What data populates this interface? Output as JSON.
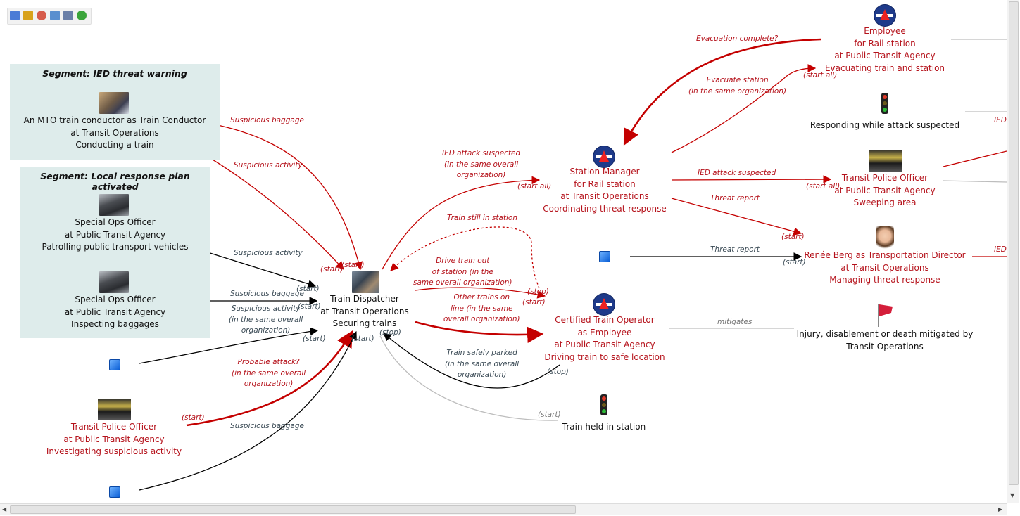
{
  "toolbar": {
    "buttons": [
      {
        "name": "layers-icon",
        "color": "#4b7bd6"
      },
      {
        "name": "clipboard-icon",
        "color": "#d8a21b"
      },
      {
        "name": "network-icon",
        "color": "#d65b4b"
      },
      {
        "name": "monitor-icon",
        "color": "#5a8fcf"
      },
      {
        "name": "fit-view-icon",
        "color": "#6a7fa8"
      },
      {
        "name": "help-icon",
        "color": "#3aa43a"
      }
    ]
  },
  "segments": [
    {
      "title": "Segment: IED threat warning"
    },
    {
      "title": "Segment: Local response plan activated"
    }
  ],
  "nodes": {
    "mto_conductor": {
      "lines": [
        "An MTO train conductor as Train Conductor",
        "at Transit Operations",
        "Conducting a train"
      ]
    },
    "special_ops_patrol": {
      "lines": [
        "Special Ops Officer",
        "at Public Transit Agency",
        "Patrolling public transport vehicles"
      ]
    },
    "special_ops_bag": {
      "lines": [
        "Special Ops Officer",
        "at Public Transit Agency",
        "Inspecting baggages"
      ]
    },
    "police_investigating": {
      "lines": [
        "Transit Police Officer",
        "at Public Transit Agency",
        "Investigating suspicious activity"
      ]
    },
    "dispatcher": {
      "lines": [
        "Train Dispatcher",
        "at Transit Operations",
        "Securing trains"
      ]
    },
    "station_manager": {
      "lines": [
        "Station Manager",
        "for Rail station",
        "at Transit Operations",
        "Coordinating threat response"
      ]
    },
    "train_operator": {
      "lines": [
        "Certified Train Operator",
        "as Employee",
        "at Public Transit Agency",
        "Driving train to safe location"
      ]
    },
    "train_held": {
      "lines": [
        "Train held in station"
      ]
    },
    "employee": {
      "lines": [
        "Employee",
        "for Rail station",
        "at Public Transit Agency",
        "Evacuating train and station"
      ]
    },
    "responding": {
      "lines": [
        "Responding while attack suspected"
      ]
    },
    "police_sweeping": {
      "lines": [
        "Transit Police Officer",
        "at Public Transit Agency",
        "Sweeping area"
      ]
    },
    "renee": {
      "lines": [
        "Renée Berg as Transportation Director",
        "at Transit Operations",
        "Managing threat response"
      ]
    },
    "injury": {
      "lines": [
        "Injury, disablement or death mitigated by",
        "Transit Operations"
      ]
    }
  },
  "edge_labels": [
    {
      "text": "Suspicious baggage",
      "tone": "red"
    },
    {
      "text": "Suspicious activity",
      "tone": "red"
    },
    {
      "text": "Suspicious activity",
      "tone": "dark"
    },
    {
      "text": "Suspicious baggage",
      "tone": "dark"
    },
    {
      "text": "Suspicious activity\n(in the same overall\norganization)",
      "tone": "dark"
    },
    {
      "text": "Probable attack?\n(in the same overall\norganization)",
      "tone": "red"
    },
    {
      "text": "Suspicious baggage",
      "tone": "dark"
    },
    {
      "text": "IED attack suspected\n(in the same overall\norganization)",
      "tone": "red"
    },
    {
      "text": "Train still in station",
      "tone": "red"
    },
    {
      "text": "Drive train out\nof station (in the\nsame overall organization)",
      "tone": "red"
    },
    {
      "text": "Other trains on\nline (in the same\noverall organization)",
      "tone": "red"
    },
    {
      "text": "Train safely parked\n(in the same overall\norganization)",
      "tone": "dark"
    },
    {
      "text": "Evacuation complete?",
      "tone": "red"
    },
    {
      "text": "Evacuate station\n(in the same organization)",
      "tone": "red"
    },
    {
      "text": "IED attack suspected",
      "tone": "red"
    },
    {
      "text": "Threat report",
      "tone": "red"
    },
    {
      "text": "Threat report",
      "tone": "dark"
    },
    {
      "text": "mitigates",
      "tone": "gray"
    },
    {
      "text": "IED",
      "tone": "red"
    },
    {
      "text": "IED",
      "tone": "red"
    }
  ],
  "markers": {
    "start": "(start)",
    "stop": "(stop)",
    "start_all": "(start all)",
    "prefix_stop": "(stop)"
  },
  "colors": {
    "red": "#c40000",
    "dark": "#000000",
    "gray": "#bdbdbd",
    "segment_bg": "#deeceb",
    "node_red": "#b5121b"
  }
}
